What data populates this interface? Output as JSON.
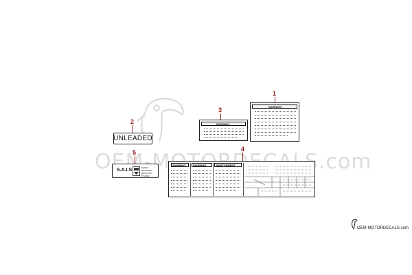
{
  "watermark": {
    "text": "OEM-MOTORDECALS.com"
  },
  "callouts": [
    "1",
    "2",
    "3",
    "4",
    "5"
  ],
  "labels": {
    "unleaded": {
      "text": "UNLEADED"
    },
    "sais": {
      "title": "S.A.I.S",
      "text": "SUZUKI ADVANCED INDUCTION SYSTEM"
    },
    "warning_small": {
      "header": "WARNING"
    },
    "warning_big": {
      "header": "WARNING"
    },
    "combo": {
      "headers": [
        "WARNING",
        "WARNING",
        "WARTCEMENT"
      ]
    }
  },
  "brand": {
    "text": "OEM-MOTORDECALS.com"
  }
}
